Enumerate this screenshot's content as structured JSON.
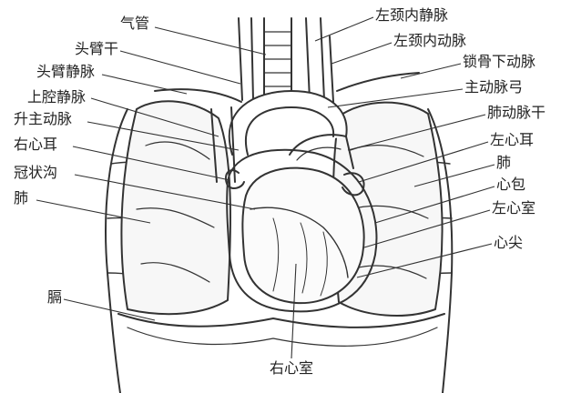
{
  "labels": {
    "qiguan": "气管",
    "toubigan": "头臂干",
    "toubijingmai": "头臂静脉",
    "shangqiangjingmai": "上腔静脉",
    "shengzhudongmai": "升主动脉",
    "youxiner": "右心耳",
    "guanzhuanggou": "冠状沟",
    "fei_left": "肺",
    "ge": "膈",
    "zuojingneijingmai": "左颈内静脉",
    "zuojingneidongmai": "左颈内动脉",
    "suoguxiadongmai": "锁骨下动脉",
    "zhudongmaigong": "主动脉弓",
    "feidongmaigan": "肺动脉干",
    "zuoxiner": "左心耳",
    "fei_right": "肺",
    "xinbao": "心包",
    "zuoxinshi": "左心室",
    "xinjian": "心尖",
    "youxinshi": "右心室"
  },
  "colors": {
    "ink": "#222222",
    "line": "#333333",
    "fill": "#ffffff"
  }
}
